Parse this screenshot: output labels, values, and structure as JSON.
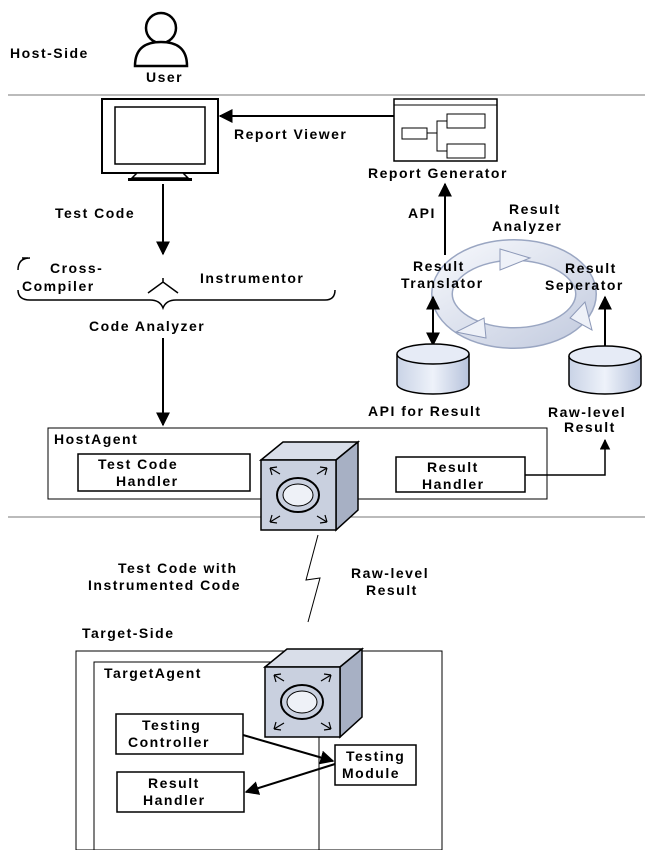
{
  "host_side": {
    "label": "Host-Side",
    "user_label": "User"
  },
  "report": {
    "viewer_label": "Report Viewer",
    "generator_label": "Report Generator",
    "api_label": "API"
  },
  "code": {
    "test_code_label": "Test Code",
    "cross_compiler_line1": "Cross-",
    "cross_compiler_line2": "Compiler",
    "instrumentor_label": "Instrumentor",
    "code_analyzer_label": "Code Analyzer"
  },
  "analyzer": {
    "result_analyzer_line1": "Result",
    "result_analyzer_line2": "Analyzer",
    "result_translator_line1": "Result",
    "result_translator_line2": "Translator",
    "result_separator_line1": "Result",
    "result_separator_line2": "Seperator",
    "api_for_result_label": "API for Result",
    "raw_level_line1": "Raw-level",
    "raw_level_line2": "Result"
  },
  "host_agent": {
    "title": "HostAgent",
    "test_code_handler_line1": "Test Code",
    "test_code_handler_line2": "Handler",
    "result_handler_line1": "Result",
    "result_handler_line2": "Handler"
  },
  "link": {
    "test_code_with_line1": "Test Code with",
    "test_code_with_line2": "Instrumented Code",
    "raw_level_line1": "Raw-level",
    "raw_level_line2": "Result"
  },
  "target_side": {
    "label": "Target-Side",
    "agent_title": "TargetAgent",
    "testing_controller_line1": "Testing",
    "testing_controller_line2": "Controller",
    "testing_module_line1": "Testing",
    "testing_module_line2": "Module",
    "result_handler_line1": "Result",
    "result_handler_line2": "Handler"
  }
}
